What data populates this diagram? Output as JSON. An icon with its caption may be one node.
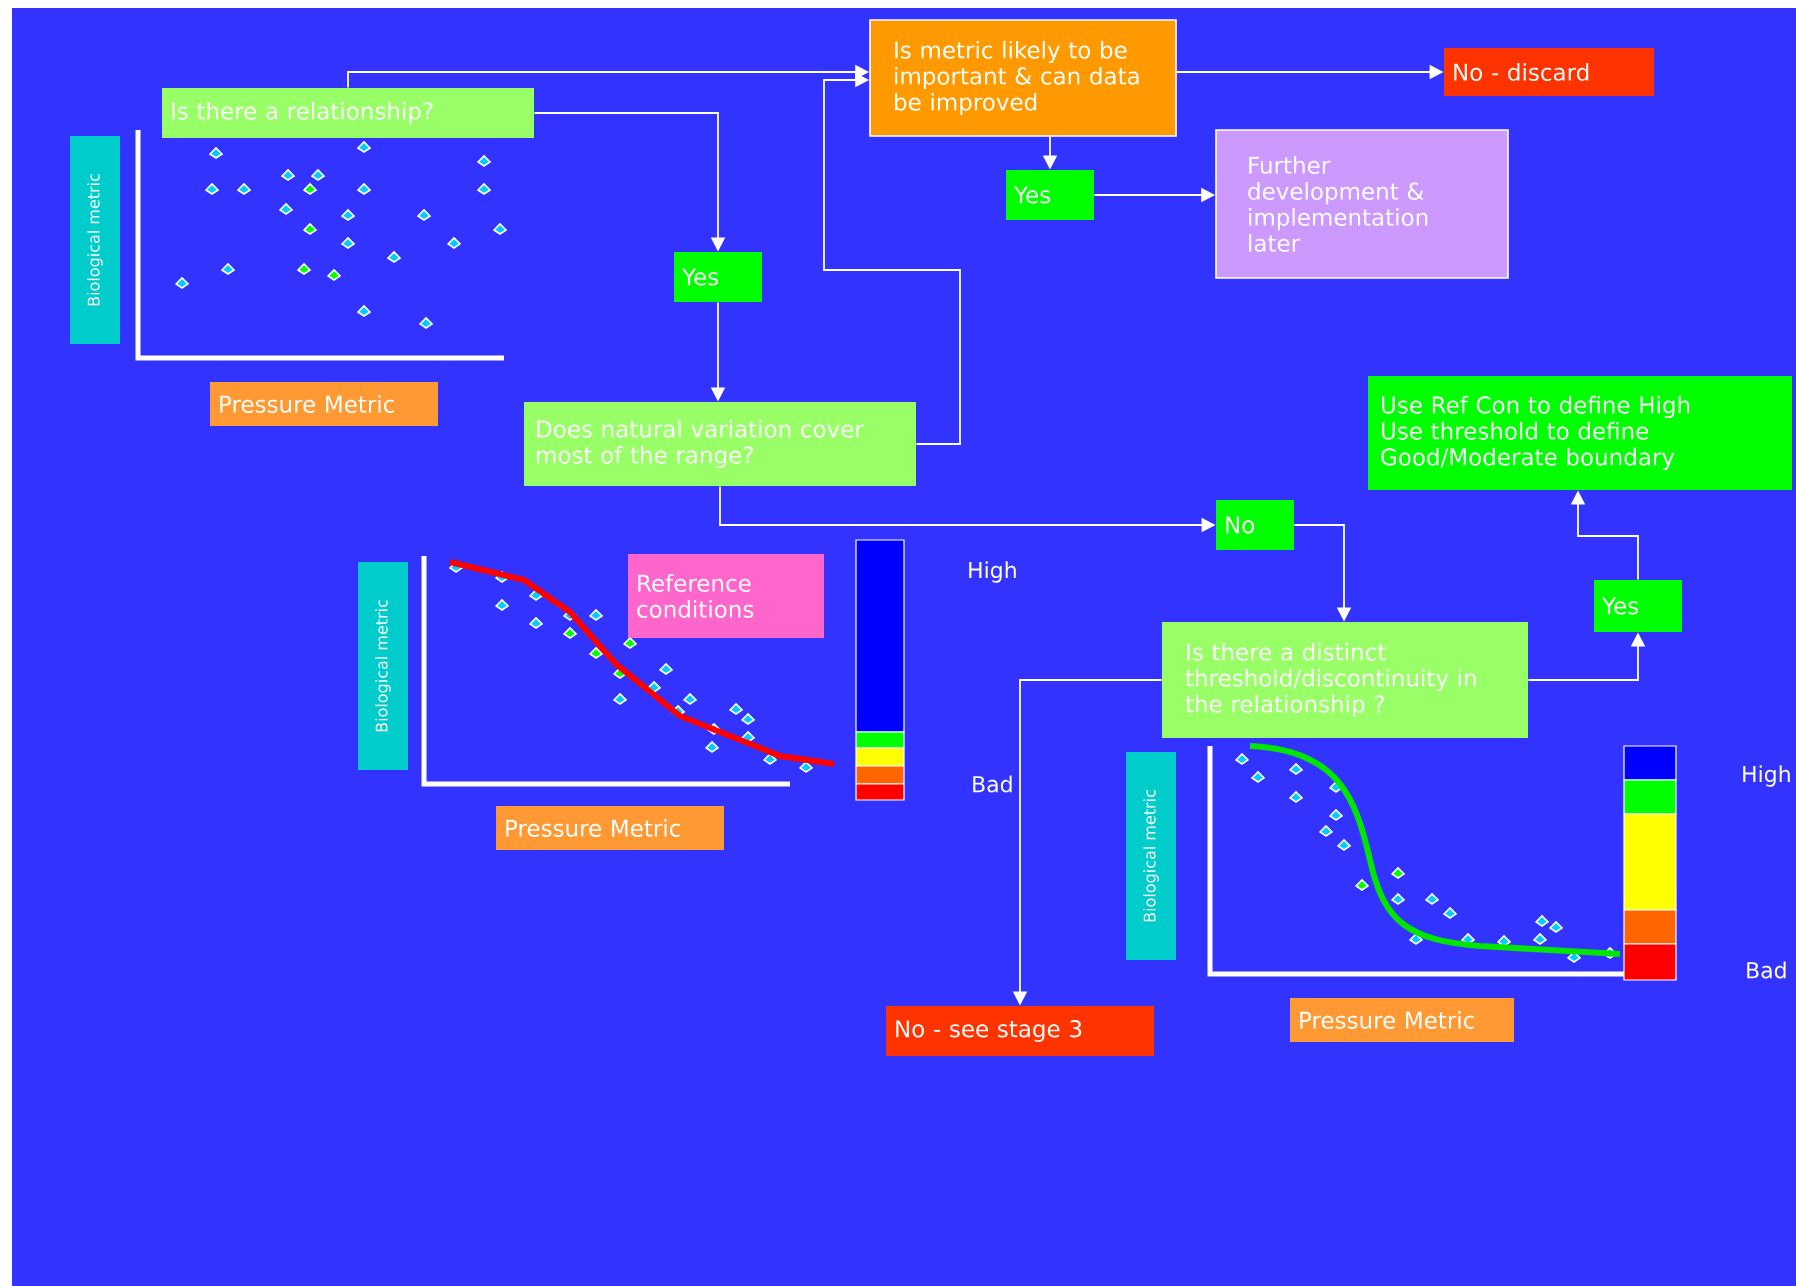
{
  "diagram": {
    "nodes": [
      {
        "text": [
          "Is metric likely to be important & can data be improved"
        ]
      },
      {
        "text": [
          "No - discard"
        ]
      },
      {
        "text": [
          "Is there a relationship?"
        ]
      },
      {
        "text": [
          "Yes"
        ]
      },
      {
        "text": [
          "Further development & implementation later"
        ]
      },
      {
        "text": [
          "Yes"
        ]
      },
      {
        "text": [
          "Does natural variation cover most of the range?"
        ]
      },
      {
        "text": [
          "Use Ref Con to define High Use threshold to define Good/Moderate boundary"
        ]
      },
      {
        "text": [
          "No"
        ]
      },
      {
        "text": [
          "Reference conditions"
        ]
      },
      {
        "text": [
          "Yes"
        ]
      },
      {
        "text": [
          "Is there a distinct threshold/discontinuity in the relationship ?"
        ]
      },
      {
        "text": [
          "No - see stage 3"
        ]
      },
      {
        "text": [
          "Biological metric"
        ]
      },
      {
        "text": [
          "Pressure Metric"
        ]
      },
      {
        "text": [
          "Biological metric"
        ]
      },
      {
        "text": [
          "Pressure Metric"
        ]
      },
      {
        "text": [
          "Biological metric"
        ]
      },
      {
        "text": [
          "Pressure Metric"
        ]
      }
    ],
    "edges": [
      {
        "from": 2,
        "to": 0,
        "arrow": "to"
      },
      {
        "from": 0,
        "to": 1,
        "arrow": "to"
      },
      {
        "from": 0,
        "to": 3,
        "arrow": "to"
      },
      {
        "from": 3,
        "to": 4,
        "arrow": "to"
      },
      {
        "from": 2,
        "to": 5,
        "arrow": "to"
      },
      {
        "from": 5,
        "to": 6,
        "arrow": "to"
      },
      {
        "from": 6,
        "to": 0,
        "arrow": "to"
      },
      {
        "from": 6,
        "to": 8,
        "arrow": "to"
      },
      {
        "from": 8,
        "to": 11,
        "arrow": "to"
      },
      {
        "from": 11,
        "to": 10,
        "arrow": "to"
      },
      {
        "from": 10,
        "to": 7,
        "arrow": "to"
      },
      {
        "from": 11,
        "to": 12,
        "arrow": "to"
      }
    ],
    "labels": [
      "High",
      "Bad",
      "High",
      "Bad"
    ]
  }
}
